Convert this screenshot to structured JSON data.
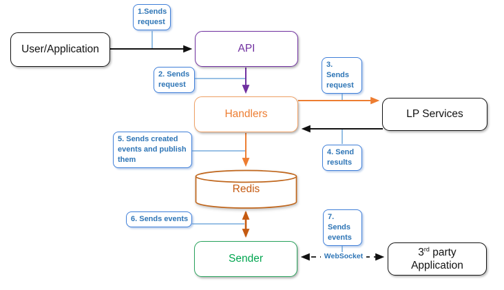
{
  "nodes": {
    "user_application": {
      "label": "User/Application"
    },
    "api": {
      "label": "API"
    },
    "handlers": {
      "label": "Handlers"
    },
    "lp_services": {
      "label": "LP Services"
    },
    "redis": {
      "label": "Redis"
    },
    "sender": {
      "label": "Sender"
    },
    "third_party": {
      "prefix": "3",
      "sup": "rd",
      "suffix": " party",
      "line2": "Application"
    }
  },
  "callouts": {
    "c1": {
      "text": "1.Sends request"
    },
    "c2": {
      "text": "2. Sends request"
    },
    "c3": {
      "text": "3. Sends request"
    },
    "c4": {
      "text": "4. Send results"
    },
    "c5": {
      "text": "5. Sends created events and publish them"
    },
    "c6": {
      "text": "6. Sends events"
    },
    "c7": {
      "text": "7. Sends events"
    }
  },
  "edge_labels": {
    "websocket": "WebSocket"
  },
  "edges": [
    {
      "from": "user_application",
      "to": "api",
      "style": "solid",
      "color": "#111111",
      "callout": "c1"
    },
    {
      "from": "api",
      "to": "handlers",
      "style": "solid",
      "color": "#7030A0",
      "callout": "c2"
    },
    {
      "from": "handlers",
      "to": "lp_services",
      "style": "solid",
      "color": "#ED7D31",
      "callout": "c3"
    },
    {
      "from": "lp_services",
      "to": "handlers",
      "style": "solid",
      "color": "#111111",
      "callout": "c4"
    },
    {
      "from": "handlers",
      "to": "redis",
      "style": "solid",
      "color": "#ED7D31",
      "callout": "c5"
    },
    {
      "from": "redis",
      "to": "sender",
      "style": "solid-bidirectional",
      "color": "#C55A11",
      "callout": "c6"
    },
    {
      "from": "sender",
      "to": "third_party",
      "style": "dashed-bidirectional",
      "color": "#111111",
      "callout": "c7",
      "label": "WebSocket"
    }
  ],
  "colors": {
    "callout_text_blue": "#2E75B6",
    "callout_border_blue": "#3E7ED8",
    "leader_blue": "#5B9BD5",
    "api_purple": "#7030A0",
    "handlers_orange": "#ED7D31",
    "redis_brown": "#C55A11",
    "sender_green": "#00A54F",
    "black": "#111111"
  }
}
